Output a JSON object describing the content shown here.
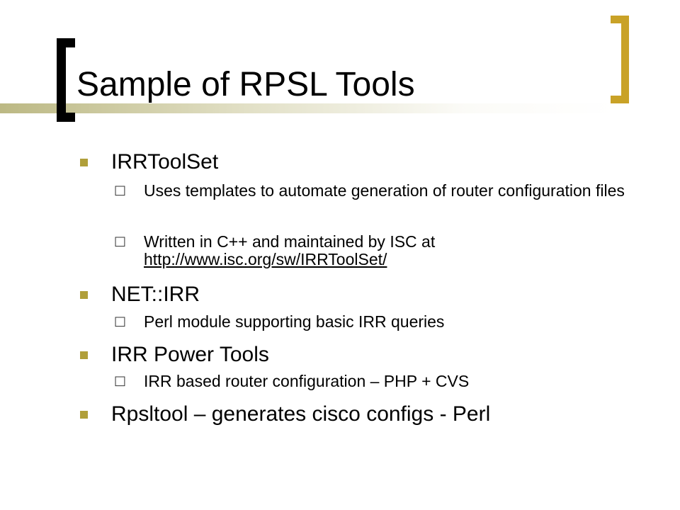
{
  "slide": {
    "title": "Sample of RPSL Tools",
    "accent_color": "#b09f3a",
    "bracket_color": "#c9a227",
    "bullets": [
      {
        "text": "IRRToolSet",
        "sub": [
          {
            "text": "Uses templates to automate generation of router configuration files"
          },
          {
            "text": "Written in C++ and maintained by ISC at",
            "link": "http://www.isc.org/sw/IRRToolSet/"
          }
        ]
      },
      {
        "text": "NET::IRR",
        "sub": [
          {
            "text": "Perl module supporting basic IRR queries"
          }
        ]
      },
      {
        "text": "IRR Power Tools",
        "sub": [
          {
            "text": "IRR based router configuration – PHP + CVS"
          }
        ]
      },
      {
        "text": "Rpsltool – generates cisco configs - Perl",
        "sub": []
      }
    ]
  }
}
